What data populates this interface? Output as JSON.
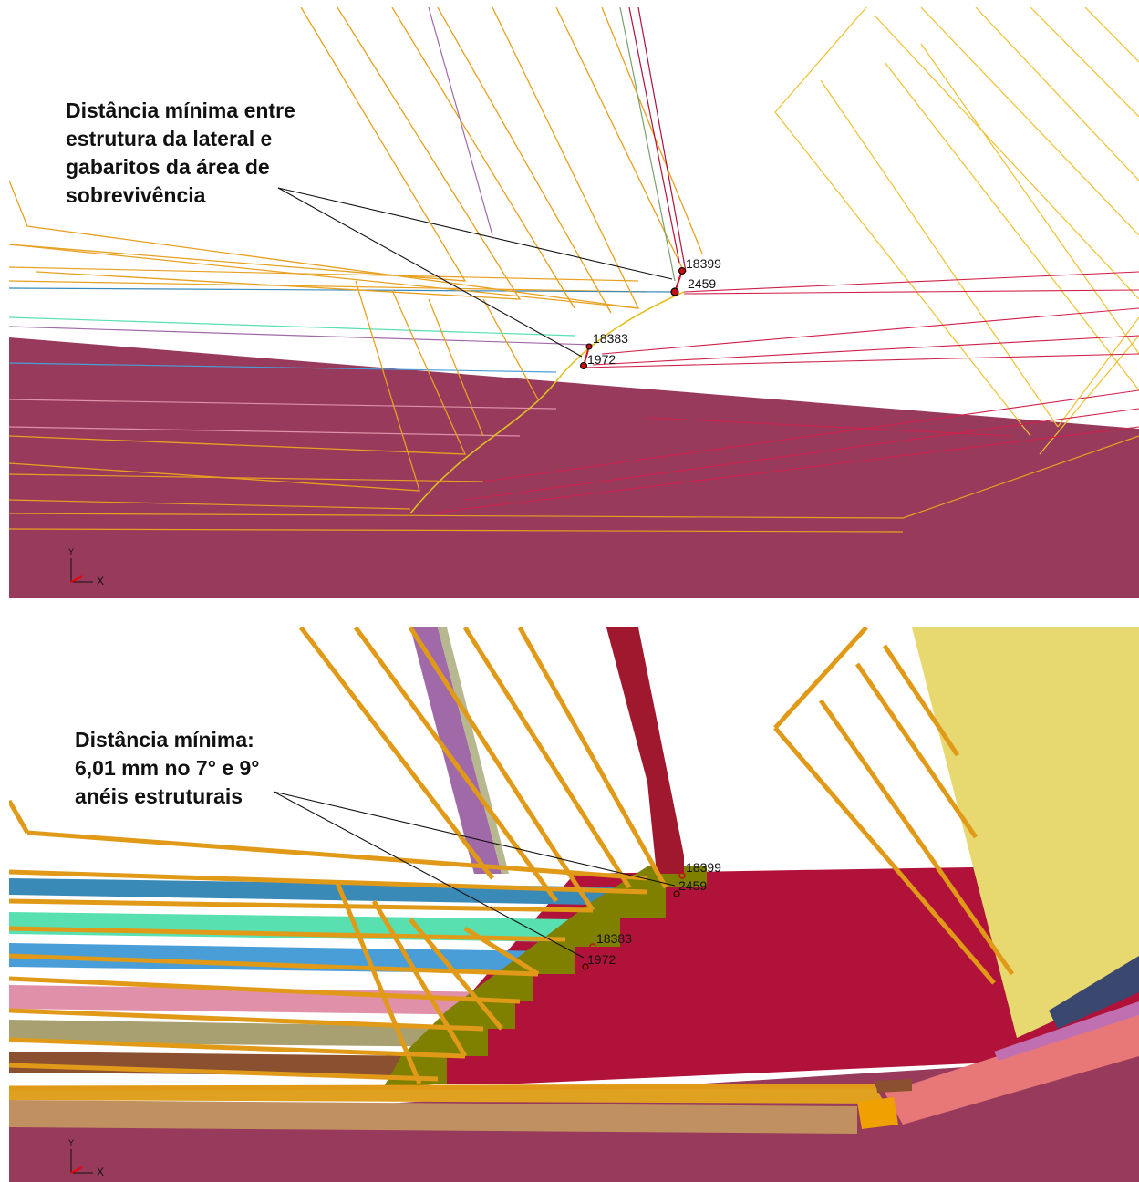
{
  "colors": {
    "maroon": "#983a5c",
    "crimson": "#b0123a",
    "orange": "#e8a020",
    "gold": "#f0c030",
    "olive": "#808000",
    "yellow_panel": "#e8d870",
    "purple": "#a06aa8",
    "teal": "#3a8ab8",
    "mint": "#58e0b0",
    "blue": "#4a9ed8",
    "pink": "#e090a8",
    "khaki": "#a8a070",
    "brown": "#8a5030",
    "tan": "#c09060",
    "salmon": "#e87878"
  },
  "top_panel": {
    "annotation": "Distância mínima entre\nestrutura da lateral e\ngabaritos da área de\nsobrevivência",
    "nodes": [
      "18399",
      "2459",
      "18383",
      "1972"
    ],
    "axis_y": "Y",
    "axis_x": "X"
  },
  "bottom_panel": {
    "annotation": "Distância mínima:\n6,01 mm no 7° e 9°\nanéis estruturais",
    "nodes": [
      "18399",
      "2459",
      "18383",
      "1972"
    ],
    "axis_y": "Y",
    "axis_x": "X"
  }
}
